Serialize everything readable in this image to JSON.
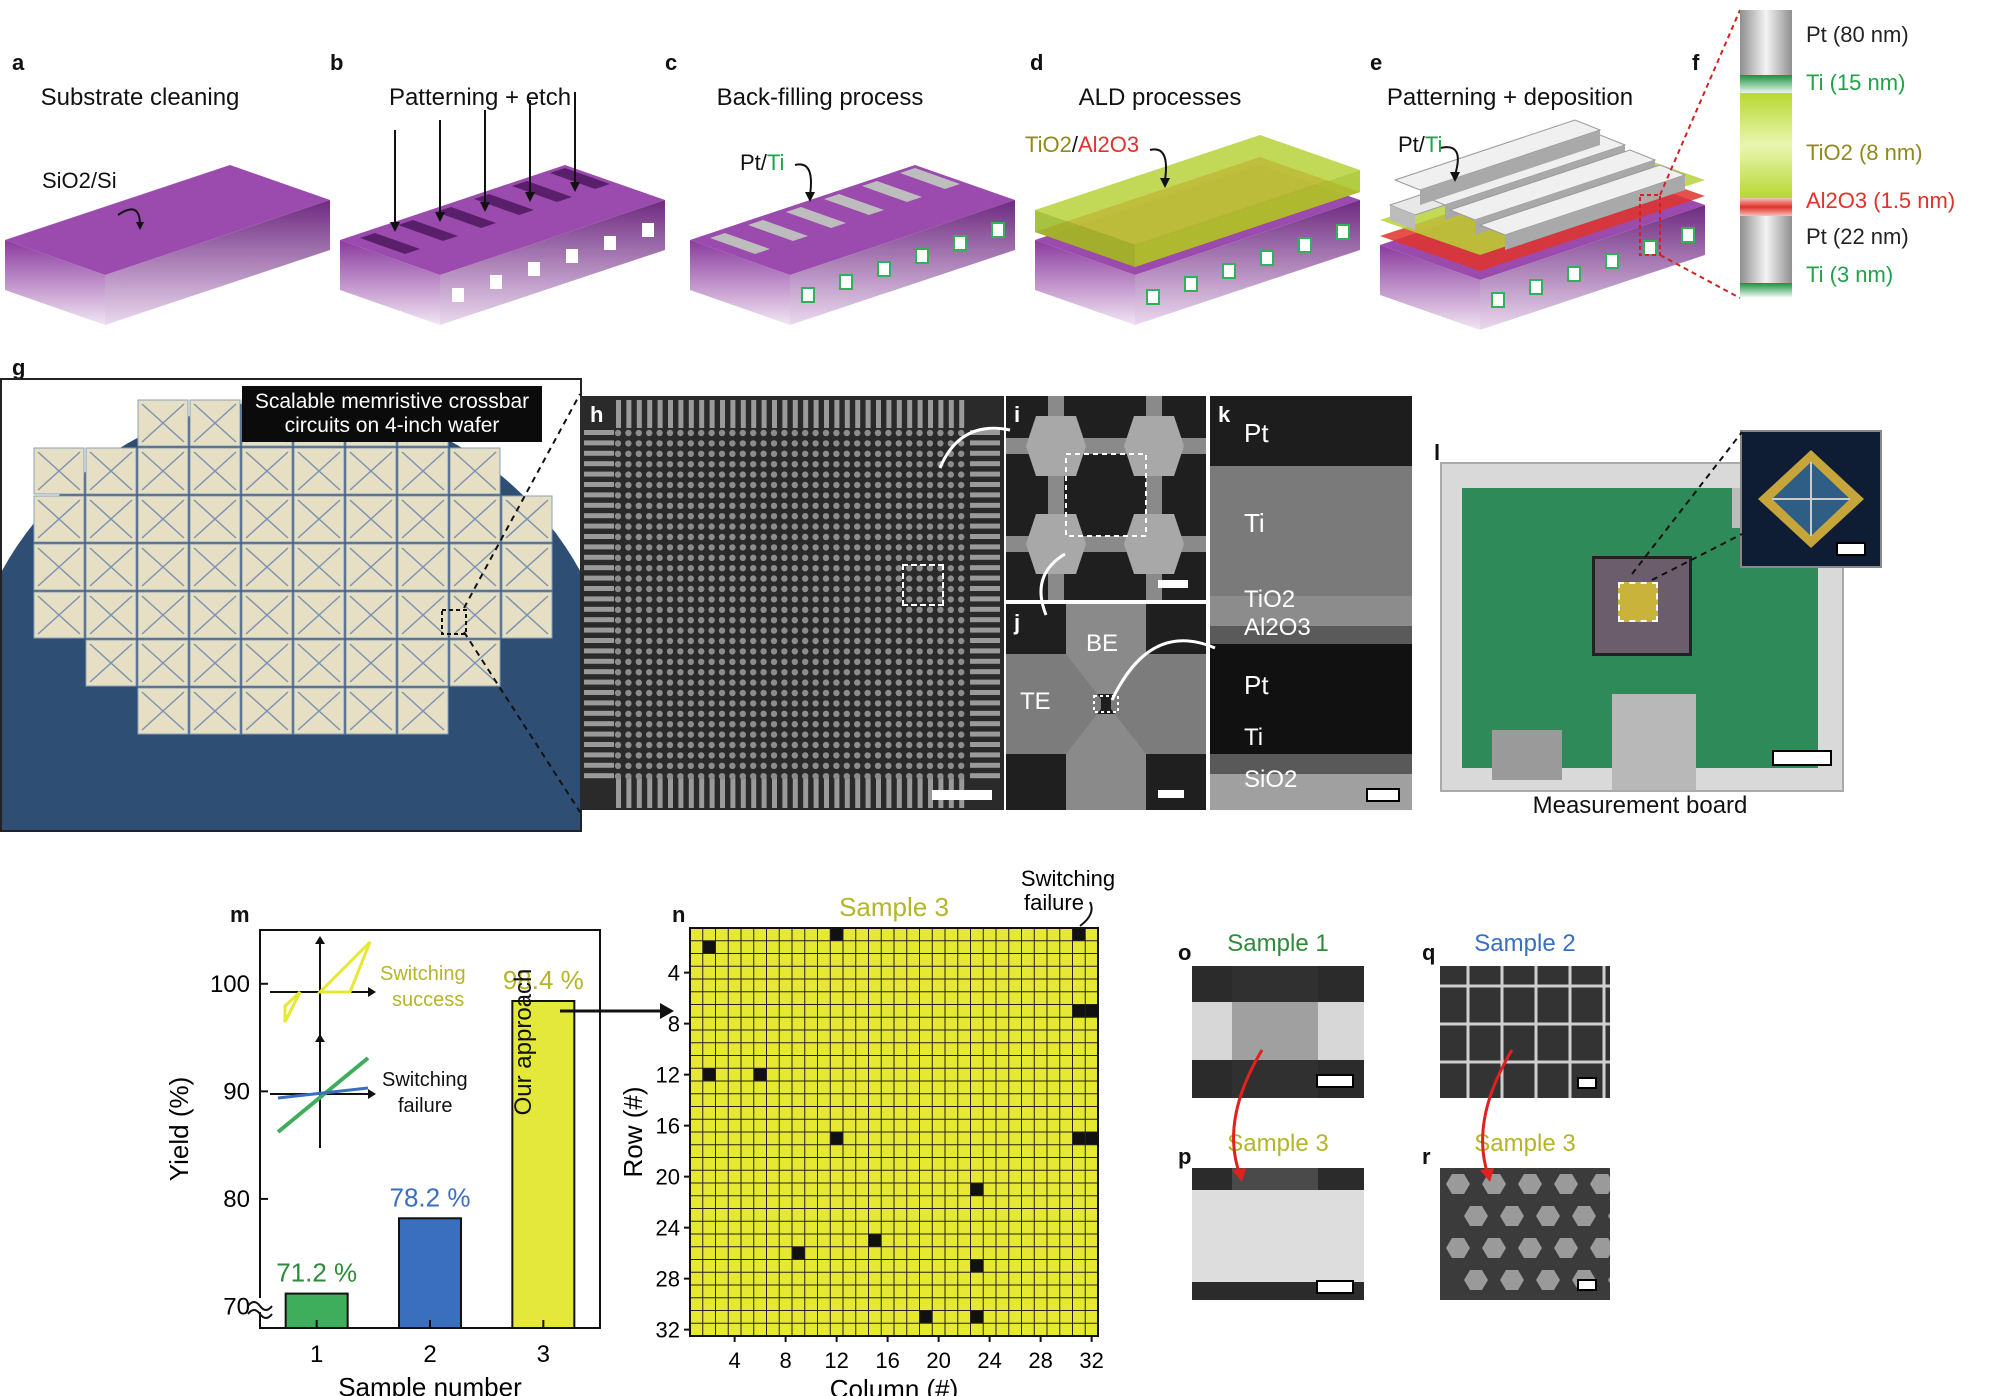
{
  "process": {
    "a": {
      "letter": "a",
      "title": "Substrate cleaning",
      "label": "SiO2/Si"
    },
    "b": {
      "letter": "b",
      "title": "Patterning + etch"
    },
    "c": {
      "letter": "c",
      "title": "Back-filling process",
      "label_pt": "Pt",
      "label_sep": "/",
      "label_ti": "Ti"
    },
    "d": {
      "letter": "d",
      "title": "ALD processes",
      "label_tio2": "TiO2",
      "label_sep": "/",
      "label_al2o3": "Al2O3"
    },
    "e": {
      "letter": "e",
      "title": "Patterning + deposition",
      "label_pt": "Pt",
      "label_sep": "/",
      "label_ti": "Ti"
    },
    "f": {
      "letter": "f",
      "layers": [
        {
          "text": "Pt (80 nm)",
          "color": "#222222"
        },
        {
          "text": "Ti (15 nm)",
          "color": "#1fa34a"
        },
        {
          "text": "TiO2 (8 nm)",
          "color": "#8f8a1a"
        },
        {
          "text": "Al2O3 (1.5 nm)",
          "color": "#e0322a"
        },
        {
          "text": "Pt (22 nm)",
          "color": "#222222"
        },
        {
          "text": "Ti (3 nm)",
          "color": "#1fa34a"
        }
      ]
    }
  },
  "images": {
    "g": {
      "letter": "g",
      "caption_line1": "Scalable memristive crossbar",
      "caption_line2": "circuits on 4-inch wafer"
    },
    "h": {
      "letter": "h"
    },
    "i": {
      "letter": "i"
    },
    "j": {
      "letter": "j",
      "be": "BE",
      "te": "TE"
    },
    "k": {
      "letter": "k",
      "layers": [
        "Pt",
        "Ti",
        "TiO2",
        "Al2O3",
        "Pt",
        "Ti",
        "SiO2"
      ]
    },
    "l": {
      "letter": "l",
      "caption": "Measurement board"
    }
  },
  "chart_m": {
    "letter": "m",
    "inset_success": {
      "line1": "Switching",
      "line2": "success"
    },
    "inset_failure": {
      "line1": "Switching",
      "line2": "failure"
    },
    "bar_inner_label": "Our approach"
  },
  "chart_n": {
    "letter": "n",
    "failure_line1": "Switching",
    "failure_line2": "failure"
  },
  "sem": {
    "o": {
      "letter": "o",
      "title": "Sample 1",
      "color": "#2e8b3a"
    },
    "p": {
      "letter": "p",
      "title": "Sample 3",
      "color": "#b5b52a"
    },
    "q": {
      "letter": "q",
      "title": "Sample 2",
      "color": "#3a6fbf"
    },
    "r": {
      "letter": "r",
      "title": "Sample 3",
      "color": "#b5b52a"
    }
  },
  "chart_data": [
    {
      "type": "bar",
      "categories": [
        "1",
        "2",
        "3"
      ],
      "values": [
        71.2,
        78.2,
        98.4
      ],
      "value_labels": [
        "71.2 %",
        "78.2 %",
        "98.4 %"
      ],
      "colors": [
        "#3fae5c",
        "#3a6fbf",
        "#e3e83a"
      ],
      "label_colors": [
        "#2e8b3a",
        "#3a6fbf",
        "#b5b52a"
      ],
      "xlabel": "Sample number",
      "ylabel": "Yield (%)",
      "ylim": [
        68,
        105
      ],
      "yticks": [
        70,
        80,
        90,
        100
      ],
      "axis_break": true
    },
    {
      "type": "heatmap",
      "title": "Sample 3",
      "rows": 32,
      "cols": 32,
      "xlabel": "Column (#)",
      "ylabel": "Row (#)",
      "xticks": [
        4,
        8,
        12,
        16,
        20,
        24,
        28,
        32
      ],
      "yticks": [
        4,
        8,
        12,
        16,
        20,
        24,
        28,
        32
      ],
      "cell_color": "#e6e832",
      "failure_color": "#111111",
      "failures": [
        [
          2,
          2
        ],
        [
          12,
          1
        ],
        [
          31,
          1
        ],
        [
          31,
          7
        ],
        [
          32,
          7
        ],
        [
          2,
          12
        ],
        [
          6,
          12
        ],
        [
          12,
          17
        ],
        [
          31,
          17
        ],
        [
          32,
          17
        ],
        [
          23,
          21
        ],
        [
          15,
          25
        ],
        [
          9,
          26
        ],
        [
          23,
          27
        ],
        [
          19,
          31
        ],
        [
          23,
          31
        ]
      ]
    }
  ]
}
